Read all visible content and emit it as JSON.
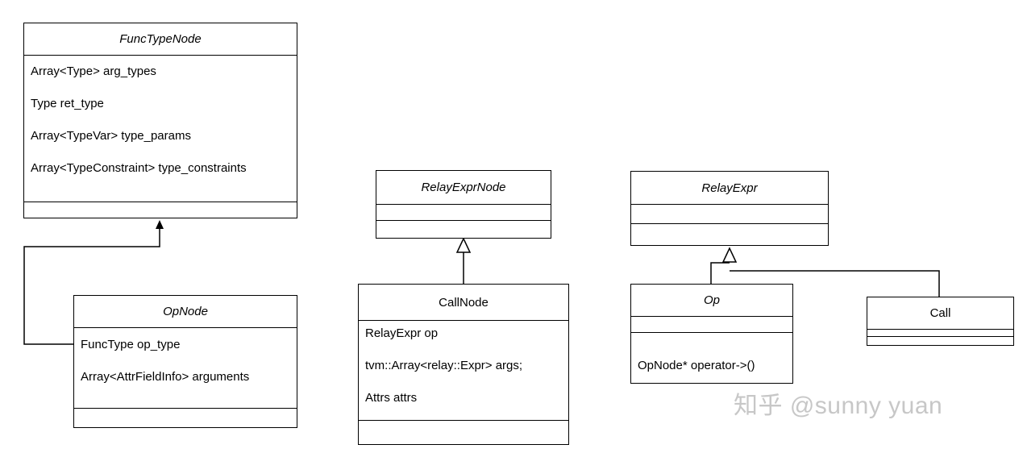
{
  "classes": {
    "functypenode": {
      "name": "FuncTypeNode",
      "attrs": [
        "Array<Type> arg_types",
        "Type ret_type",
        "Array<TypeVar> type_params",
        "Array<TypeConstraint> type_constraints"
      ]
    },
    "opnode": {
      "name": "OpNode",
      "attrs": [
        "FuncType op_type",
        "Array<AttrFieldInfo> arguments"
      ]
    },
    "relayexprnode": {
      "name": "RelayExprNode"
    },
    "callnode": {
      "name": "CallNode",
      "attrs": [
        "RelayExpr op",
        "tvm::Array<relay::Expr> args;",
        "Attrs attrs"
      ]
    },
    "relayexpr": {
      "name": "RelayExpr"
    },
    "op": {
      "name": "Op",
      "methods": [
        "OpNode* operator->()"
      ]
    },
    "call": {
      "name": "Call"
    }
  },
  "watermark": "知乎 @sunny yuan"
}
